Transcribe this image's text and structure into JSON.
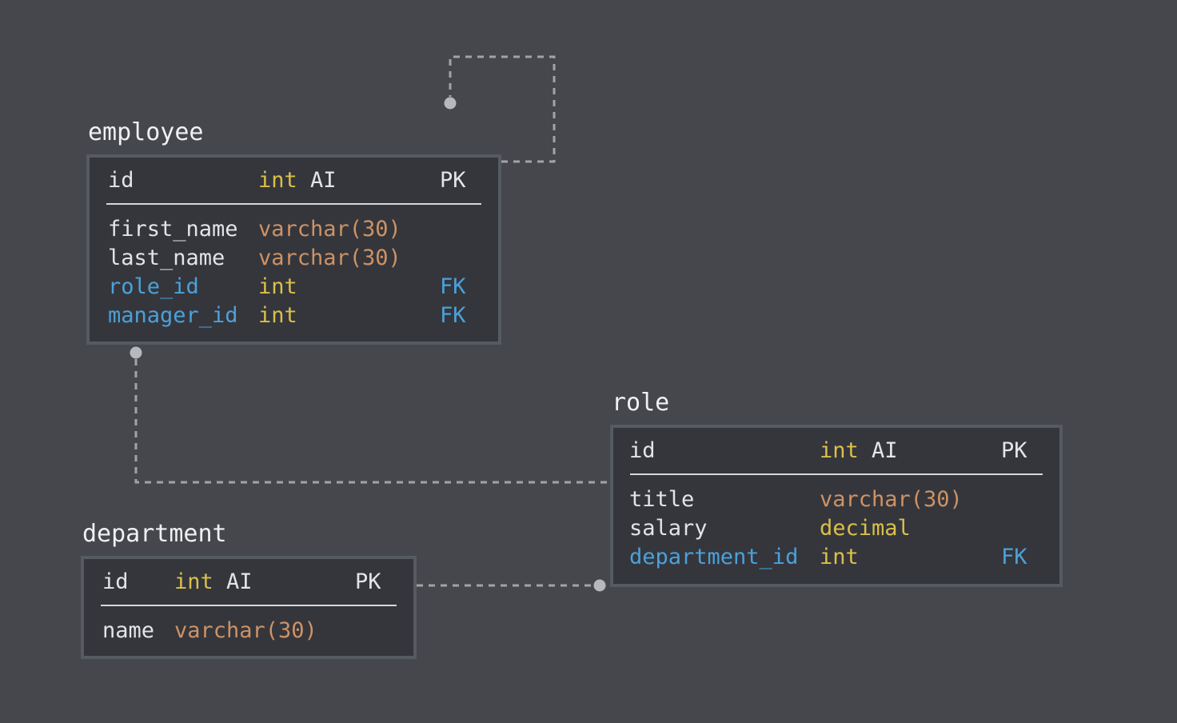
{
  "diagram": {
    "kind": "entity-relationship-diagram",
    "background_color": "#45474c"
  },
  "palette": {
    "table_background": "#34363c",
    "table_border": "#565a61",
    "text_default": "#e3e4e6",
    "title_text": "#eff0f1",
    "type_numeric": "#dcbf4a",
    "type_varchar": "#ce9264",
    "foreign_key": "#4ba1da",
    "separator": "#d6d7d9",
    "connector_line": "#a1a3a7",
    "connector_dot": "#b6b8bb"
  },
  "tables": {
    "employee": {
      "title": "employee",
      "header": {
        "name": "id",
        "type": "int",
        "ai": "AI",
        "key": "PK"
      },
      "rows": [
        {
          "name": "first_name",
          "type": "varchar(30)",
          "key": ""
        },
        {
          "name": "last_name",
          "type": "varchar(30)",
          "key": ""
        },
        {
          "name": "role_id",
          "type": "int",
          "key": "FK"
        },
        {
          "name": "manager_id",
          "type": "int",
          "key": "FK"
        }
      ]
    },
    "role": {
      "title": "role",
      "header": {
        "name": "id",
        "type": "int",
        "ai": "AI",
        "key": "PK"
      },
      "rows": [
        {
          "name": "title",
          "type": "varchar(30)",
          "key": ""
        },
        {
          "name": "salary",
          "type": "decimal",
          "key": ""
        },
        {
          "name": "department_id",
          "type": "int",
          "key": "FK"
        }
      ]
    },
    "department": {
      "title": "department",
      "header": {
        "name": "id",
        "type": "int",
        "ai": "AI",
        "key": "PK"
      },
      "rows": [
        {
          "name": "name",
          "type": "varchar(30)",
          "key": ""
        }
      ]
    }
  },
  "relationships": [
    {
      "from": "employee.manager_id",
      "to": "employee.id",
      "style": "dashed",
      "note": "self-reference loop above employee table"
    },
    {
      "from": "employee.role_id",
      "to": "role.id",
      "style": "dashed"
    },
    {
      "from": "role.department_id",
      "to": "department.id",
      "style": "dashed"
    }
  ]
}
